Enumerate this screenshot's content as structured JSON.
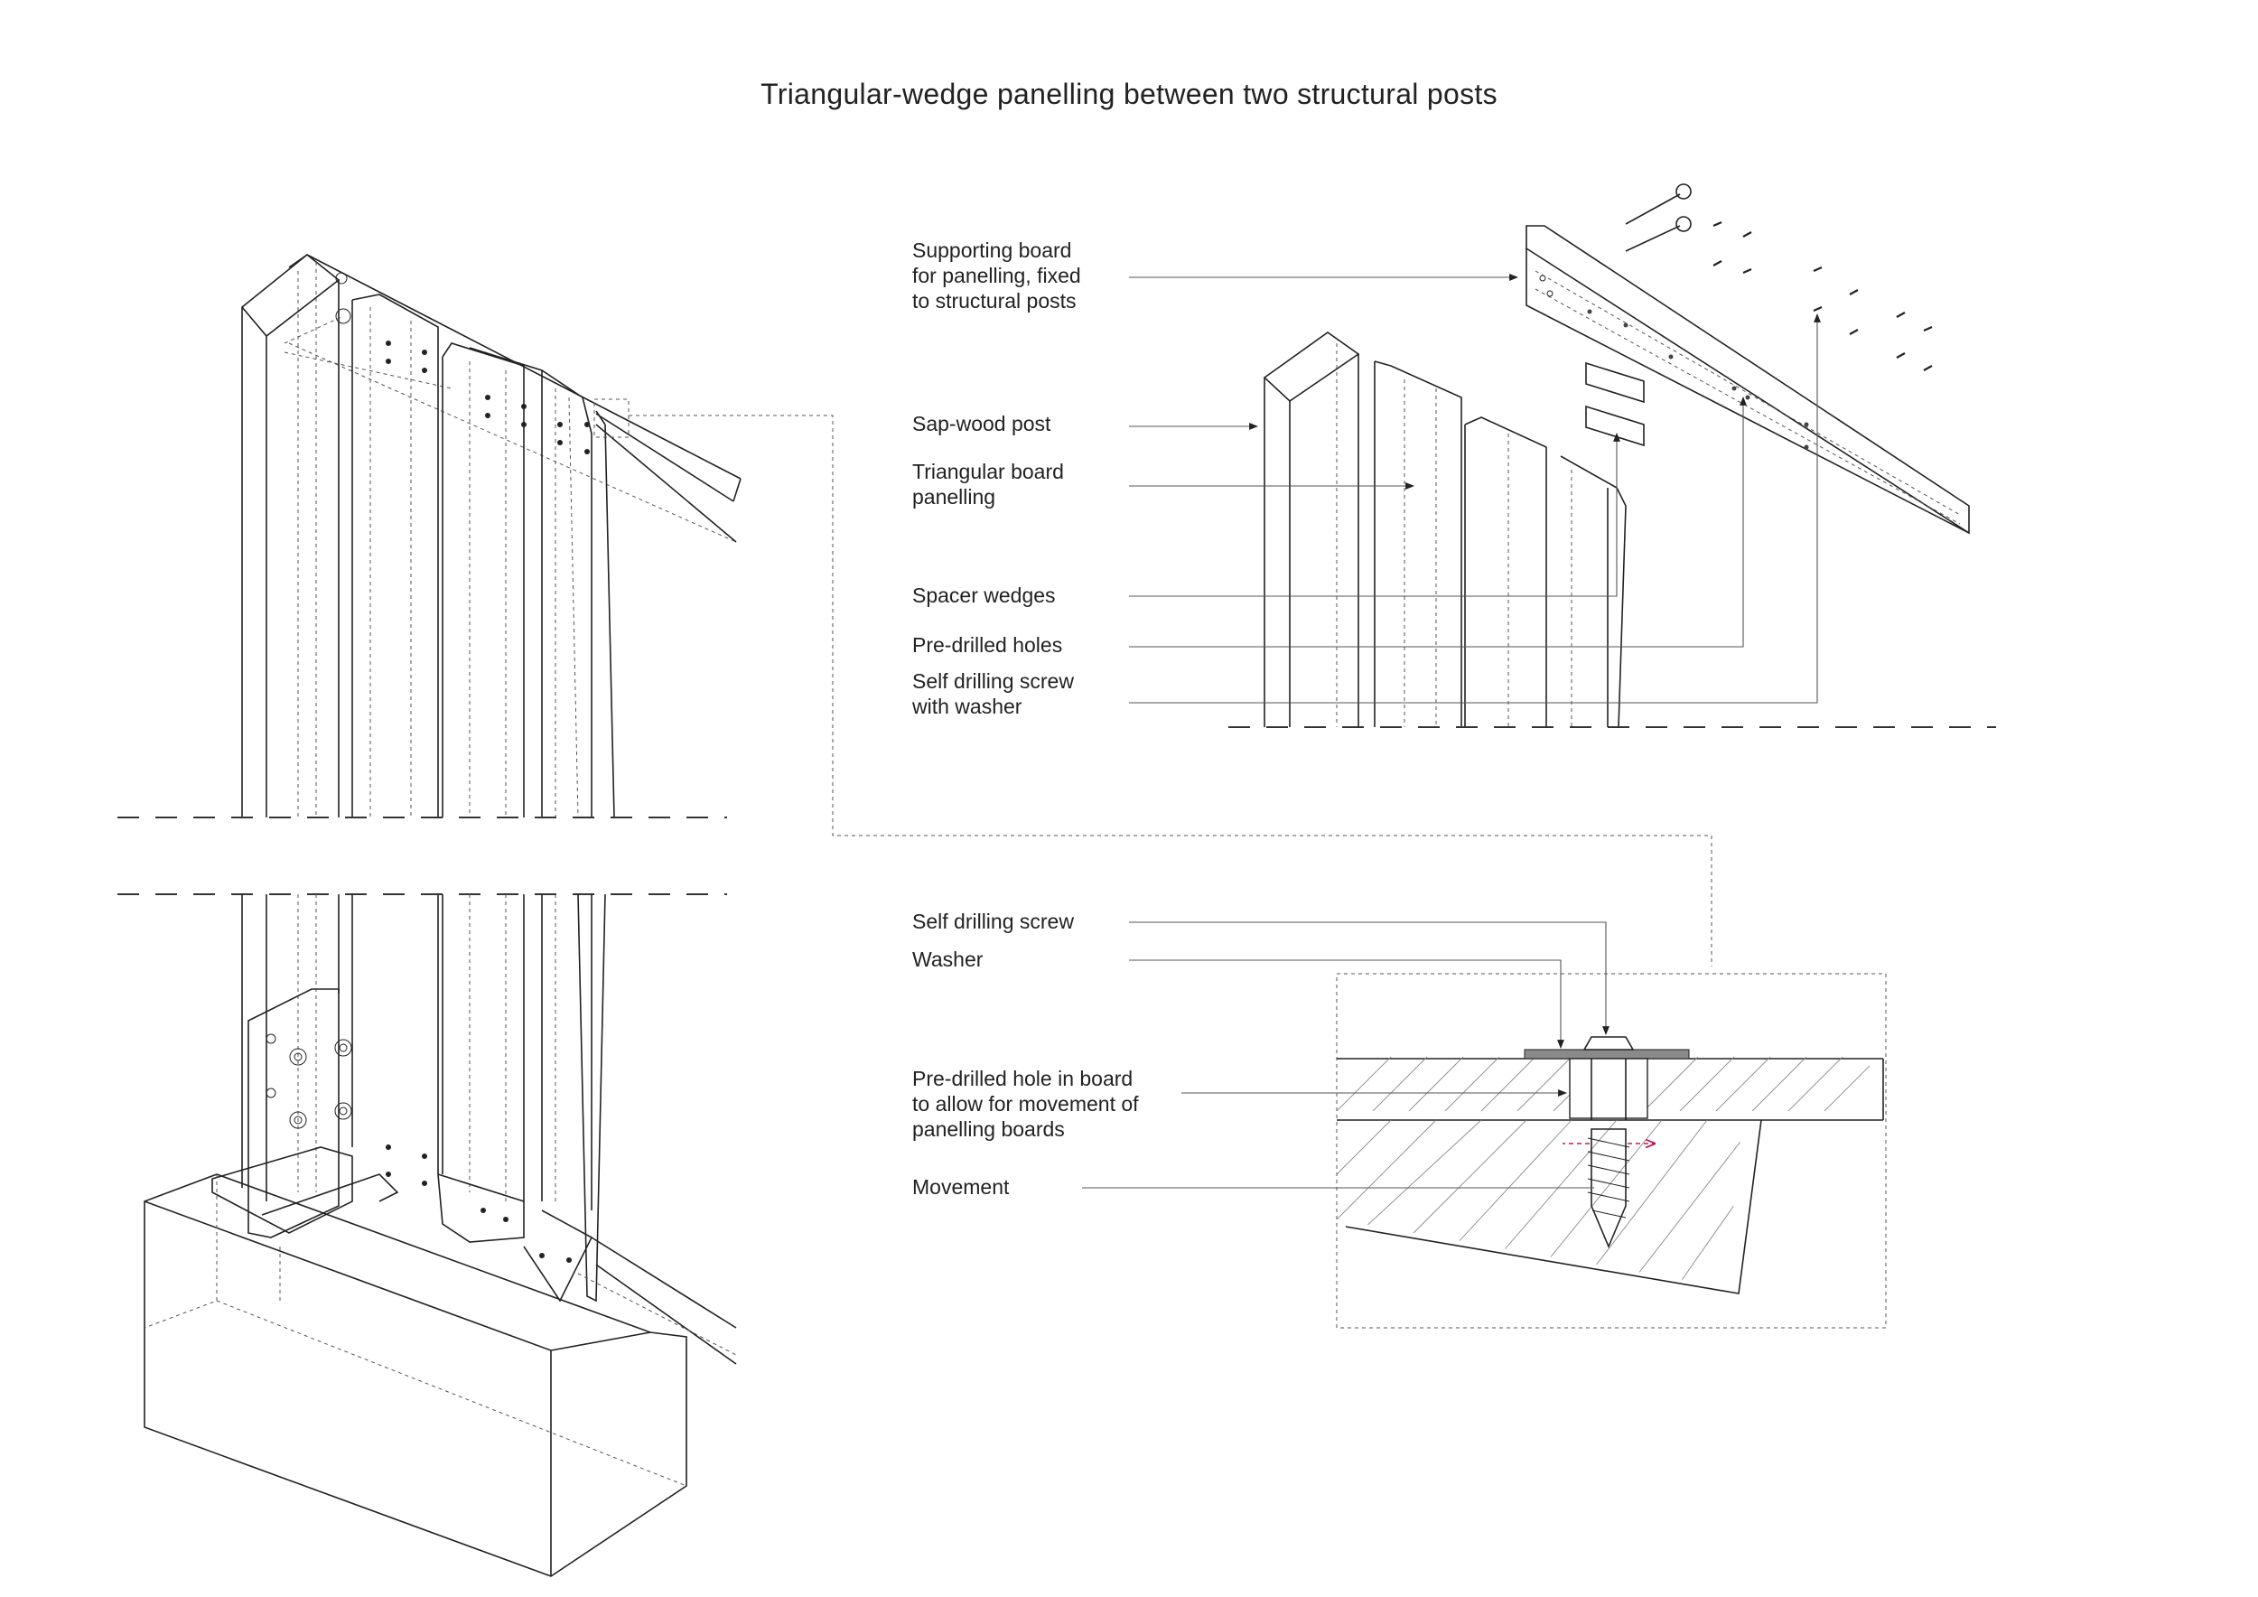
{
  "title": "Triangular-wedge panelling between two structural posts",
  "labels": {
    "supporting_board": "Supporting board\nfor panelling, fixed\nto structural posts",
    "sap_wood_post": "Sap-wood post",
    "triangular_board": "Triangular board\npanelling",
    "spacer_wedges": "Spacer wedges",
    "pre_drilled_holes": "Pre-drilled holes",
    "self_drilling_screw_washer": "Self drilling screw\nwith washer",
    "self_drilling_screw": "Self drilling screw",
    "washer": "Washer",
    "pre_drilled_hole_board": "Pre-drilled hole in board\nto allow for movement of\npanelling boards",
    "movement": "Movement"
  },
  "colors": {
    "line": "#222222",
    "leader": "#555555",
    "movement_arrow": "#c2185b",
    "washer_fill": "#8a8a8a"
  }
}
